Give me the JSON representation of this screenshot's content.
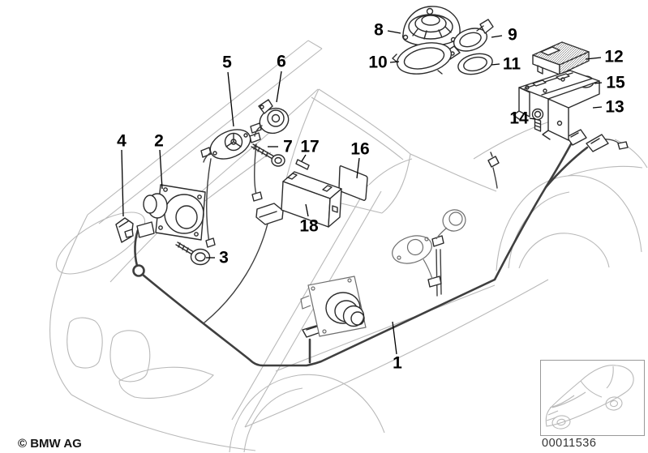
{
  "diagram": {
    "callouts": [
      {
        "number": "1"
      },
      {
        "number": "2"
      },
      {
        "number": "3"
      },
      {
        "number": "4"
      },
      {
        "number": "5"
      },
      {
        "number": "6"
      },
      {
        "number": "7"
      },
      {
        "number": "8"
      },
      {
        "number": "9"
      },
      {
        "number": "10"
      },
      {
        "number": "11"
      },
      {
        "number": "12"
      },
      {
        "number": "13"
      },
      {
        "number": "14"
      },
      {
        "number": "15"
      },
      {
        "number": "16"
      },
      {
        "number": "17"
      },
      {
        "number": "18"
      }
    ],
    "copyright": "© BMW AG",
    "thumbnail_code": "00011536",
    "colors": {
      "background": "#ffffff",
      "car_line": "#b9b9b9",
      "part_line": "#2b2b2b",
      "harness_line": "#3f3f3f",
      "label_color": "#000000",
      "thumb_border": "#999999"
    }
  }
}
